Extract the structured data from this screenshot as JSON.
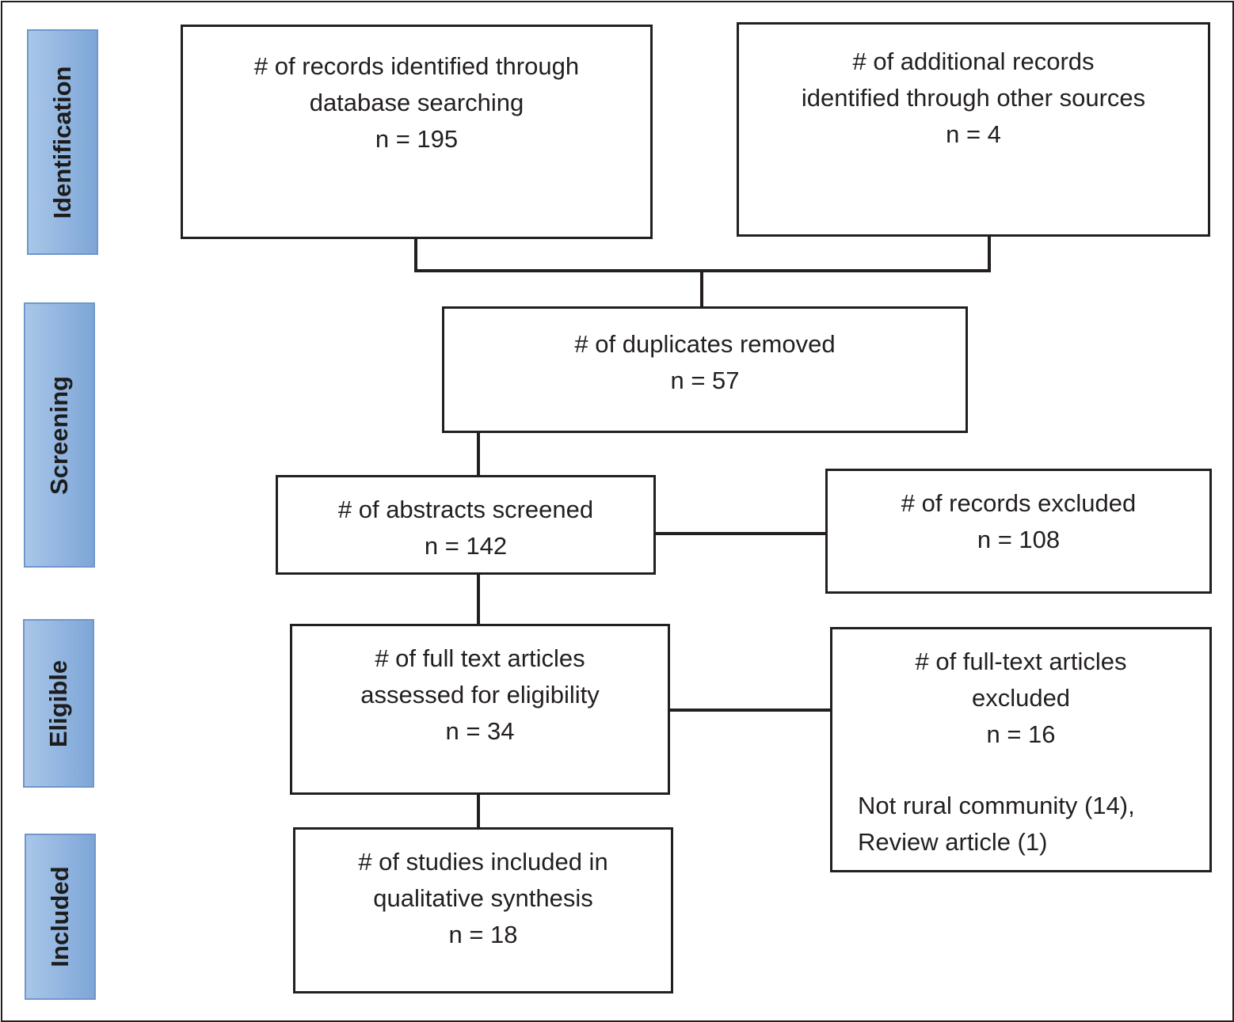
{
  "phases": {
    "identification": "Identification",
    "screening": "Screening",
    "eligible": "Eligible",
    "included": "Included"
  },
  "boxes": {
    "database_search": {
      "lines": [
        "# of records identified through",
        "database searching"
      ],
      "count": "n = 195"
    },
    "other_sources": {
      "lines": [
        "# of additional records",
        "identified through other sources"
      ],
      "count": "n = 4"
    },
    "duplicates": {
      "lines": [
        "# of duplicates removed"
      ],
      "count": "n = 57"
    },
    "abstracts": {
      "lines": [
        "# of abstracts screened"
      ],
      "count": "n = 142"
    },
    "records_excluded": {
      "lines": [
        "#  of records excluded"
      ],
      "count": "n = 108"
    },
    "full_text": {
      "lines": [
        "# of full text articles",
        "assessed for eligibility"
      ],
      "count": "n = 34"
    },
    "full_text_excluded": {
      "lines": [
        "# of full-text articles",
        "excluded"
      ],
      "count": "n = 16",
      "reasons": [
        "Not rural community (14),",
        "Review article (1)"
      ]
    },
    "included": {
      "lines": [
        "# of studies included in",
        "qualitative synthesis"
      ],
      "count": "n = 18"
    }
  },
  "colors": {
    "phase_fill": "#8fb3df",
    "phase_border": "#6f97cc",
    "line": "#231f20"
  }
}
